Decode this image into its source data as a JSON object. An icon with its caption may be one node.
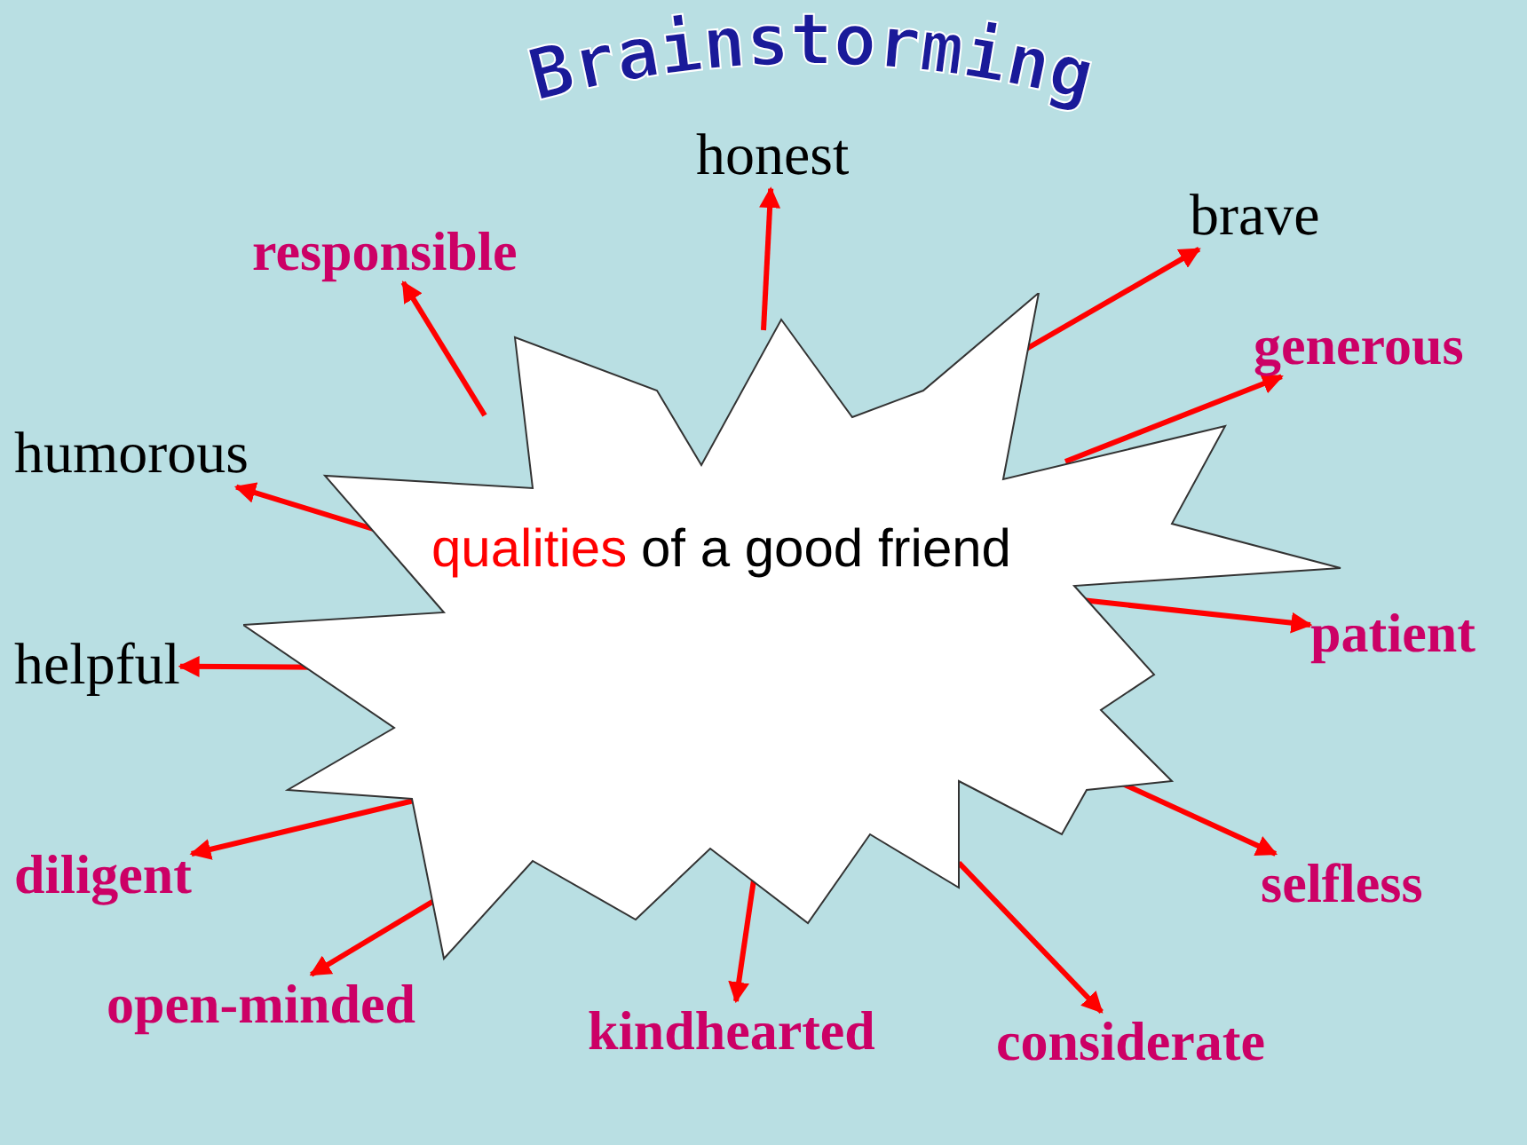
{
  "diagram": {
    "title": "Brainstorming",
    "nodes": [
      {
        "text": [
          "qualities",
          "of a good friend"
        ]
      },
      {
        "text": [
          "honest"
        ]
      },
      {
        "text": [
          "brave"
        ]
      },
      {
        "text": [
          "responsible"
        ]
      },
      {
        "text": [
          "generous"
        ]
      },
      {
        "text": [
          "humorous"
        ]
      },
      {
        "text": [
          "patient"
        ]
      },
      {
        "text": [
          "helpful"
        ]
      },
      {
        "text": [
          "diligent"
        ]
      },
      {
        "text": [
          "selfless"
        ]
      },
      {
        "text": [
          "open-minded"
        ]
      },
      {
        "text": [
          "kindhearted"
        ]
      },
      {
        "text": [
          "considerate"
        ]
      }
    ],
    "edges": [
      {
        "from": 0,
        "to": 1,
        "arrow": "to"
      },
      {
        "from": 0,
        "to": 2,
        "arrow": "to"
      },
      {
        "from": 0,
        "to": 3,
        "arrow": "to"
      },
      {
        "from": 0,
        "to": 4,
        "arrow": "to"
      },
      {
        "from": 0,
        "to": 5,
        "arrow": "to"
      },
      {
        "from": 0,
        "to": 6,
        "arrow": "to"
      },
      {
        "from": 0,
        "to": 7,
        "arrow": "to"
      },
      {
        "from": 0,
        "to": 8,
        "arrow": "to"
      },
      {
        "from": 0,
        "to": 9,
        "arrow": "to"
      },
      {
        "from": 0,
        "to": 10,
        "arrow": "to"
      },
      {
        "from": 0,
        "to": 11,
        "arrow": "to"
      },
      {
        "from": 0,
        "to": 12,
        "arrow": "to"
      }
    ]
  }
}
